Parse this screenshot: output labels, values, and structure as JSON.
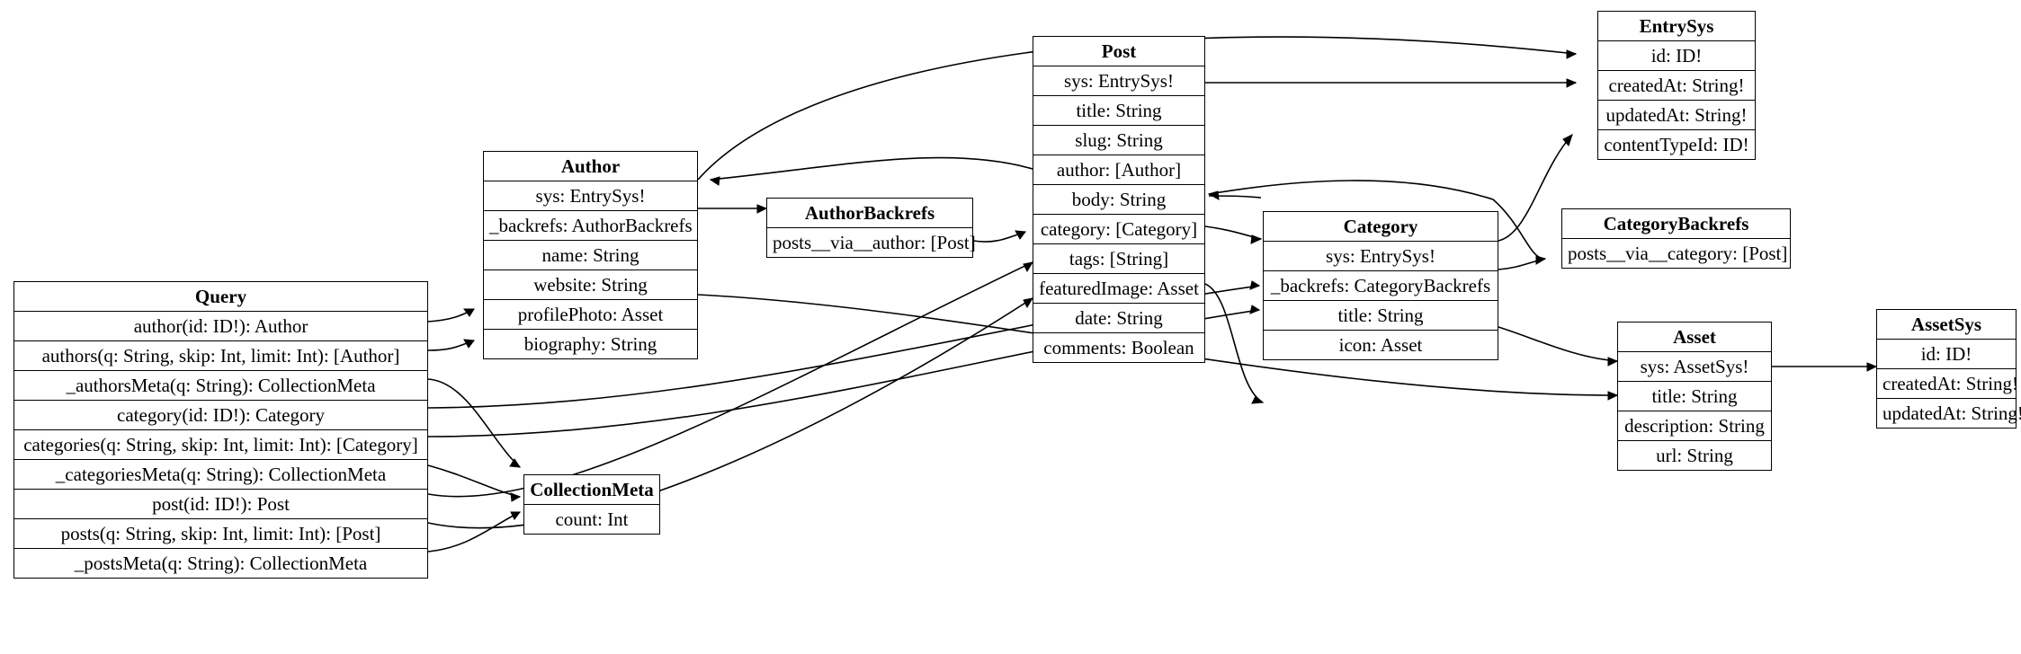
{
  "diagram": {
    "title": "GraphQL Schema Type Diagram",
    "background_color": "#ffffff",
    "line_color": "#000000",
    "text_color": "#000000"
  },
  "nodes": {
    "query": {
      "title": "Query",
      "fields": [
        "author(id: ID!): Author",
        "authors(q: String, skip: Int, limit: Int): [Author]",
        "_authorsMeta(q: String): CollectionMeta",
        "category(id: ID!): Category",
        "categories(q: String, skip: Int, limit: Int): [Category]",
        "_categoriesMeta(q: String): CollectionMeta",
        "post(id: ID!): Post",
        "posts(q: String, skip: Int, limit: Int): [Post]",
        "_postsMeta(q: String): CollectionMeta"
      ]
    },
    "author": {
      "title": "Author",
      "fields": [
        "sys: EntrySys!",
        "_backrefs: AuthorBackrefs",
        "name: String",
        "website: String",
        "profilePhoto: Asset",
        "biography: String"
      ]
    },
    "author_backrefs": {
      "title": "AuthorBackrefs",
      "fields": [
        "posts__via__author: [Post]"
      ]
    },
    "post": {
      "title": "Post",
      "fields": [
        "sys: EntrySys!",
        "title: String",
        "slug: String",
        "author: [Author]",
        "body: String",
        "category: [Category]",
        "tags: [String]",
        "featuredImage: Asset",
        "date: String",
        "comments: Boolean"
      ]
    },
    "category": {
      "title": "Category",
      "fields": [
        "sys: EntrySys!",
        "_backrefs: CategoryBackrefs",
        "title: String",
        "icon: Asset"
      ]
    },
    "category_backrefs": {
      "title": "CategoryBackrefs",
      "fields": [
        "posts__via__category: [Post]"
      ]
    },
    "entry_sys": {
      "title": "EntrySys",
      "fields": [
        "id: ID!",
        "createdAt: String!",
        "updatedAt: String!",
        "contentTypeId: ID!"
      ]
    },
    "asset": {
      "title": "Asset",
      "fields": [
        "sys: AssetSys!",
        "title: String",
        "description: String",
        "url: String"
      ]
    },
    "asset_sys": {
      "title": "AssetSys",
      "fields": [
        "id: ID!",
        "createdAt: String!",
        "updatedAt: String!"
      ]
    },
    "collection_meta": {
      "title": "CollectionMeta",
      "fields": [
        "count: Int"
      ]
    }
  },
  "edges": [
    {
      "from": "query.author(id: ID!): Author",
      "to": "author"
    },
    {
      "from": "query.authors(q: String, skip: Int, limit: Int): [Author]",
      "to": "author"
    },
    {
      "from": "query._authorsMeta(q: String): CollectionMeta",
      "to": "collection_meta"
    },
    {
      "from": "query.category(id: ID!): Category",
      "to": "category"
    },
    {
      "from": "query.categories(q: String, skip: Int, limit: Int): [Category]",
      "to": "category"
    },
    {
      "from": "query._categoriesMeta(q: String): CollectionMeta",
      "to": "collection_meta"
    },
    {
      "from": "query.post(id: ID!): Post",
      "to": "post"
    },
    {
      "from": "query.posts(q: String, skip: Int, limit: Int): [Post]",
      "to": "post"
    },
    {
      "from": "query._postsMeta(q: String): CollectionMeta",
      "to": "collection_meta"
    },
    {
      "from": "author.sys: EntrySys!",
      "to": "entry_sys"
    },
    {
      "from": "author._backrefs: AuthorBackrefs",
      "to": "author_backrefs"
    },
    {
      "from": "author.profilePhoto: Asset",
      "to": "asset"
    },
    {
      "from": "author_backrefs.posts__via__author: [Post]",
      "to": "post"
    },
    {
      "from": "post.sys: EntrySys!",
      "to": "entry_sys"
    },
    {
      "from": "post.author: [Author]",
      "to": "author"
    },
    {
      "from": "post.category: [Category]",
      "to": "category"
    },
    {
      "from": "post.featuredImage: Asset",
      "to": "asset"
    },
    {
      "from": "category.sys: EntrySys!",
      "to": "entry_sys"
    },
    {
      "from": "category._backrefs: CategoryBackrefs",
      "to": "category_backrefs"
    },
    {
      "from": "category.icon: Asset",
      "to": "asset"
    },
    {
      "from": "category_backrefs.posts__via__category: [Post]",
      "to": "post"
    },
    {
      "from": "asset.sys: AssetSys!",
      "to": "asset_sys"
    }
  ]
}
